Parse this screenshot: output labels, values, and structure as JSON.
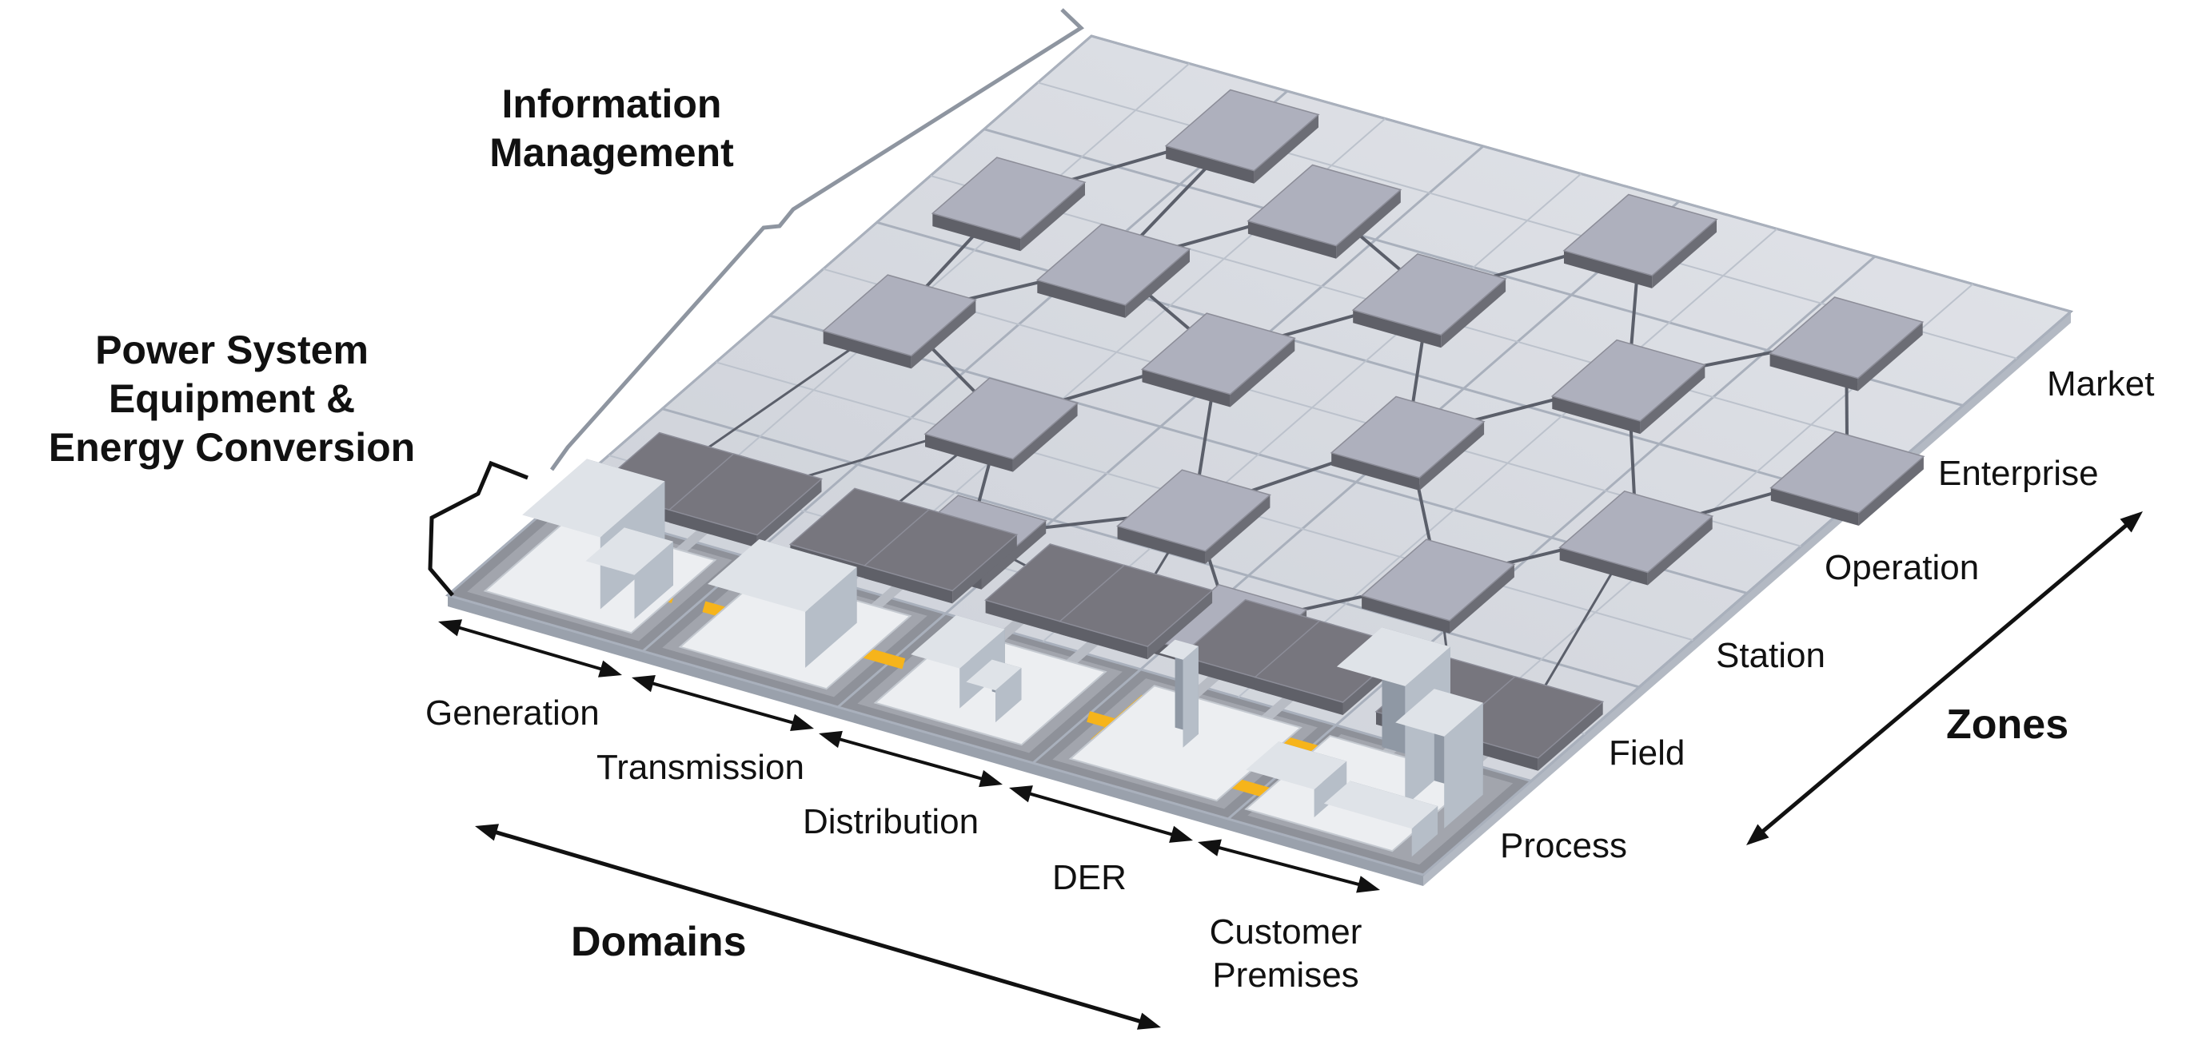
{
  "headings": {
    "information_management": [
      "Information",
      "Management"
    ],
    "power_system": [
      "Power System",
      "Equipment &",
      "Energy Conversion"
    ],
    "domains": "Domains",
    "zones": "Zones"
  },
  "domains": [
    "Generation",
    "Transmission",
    "Distribution",
    "DER",
    "Customer Premises"
  ],
  "domain_customer_lines": [
    "Customer",
    "Premises"
  ],
  "zones": [
    "Process",
    "Field",
    "Station",
    "Operation",
    "Enterprise",
    "Market"
  ],
  "colors": {
    "plane_top": "#d6d9df",
    "grid_line": "#a9b0bc",
    "process_row": "#8e9199",
    "power_line": "#f6b41b",
    "node_upper": "#aeb0bd",
    "node_lower": "#77767e",
    "connector": "#5b5f6a",
    "bracket": "#8e95a0"
  }
}
